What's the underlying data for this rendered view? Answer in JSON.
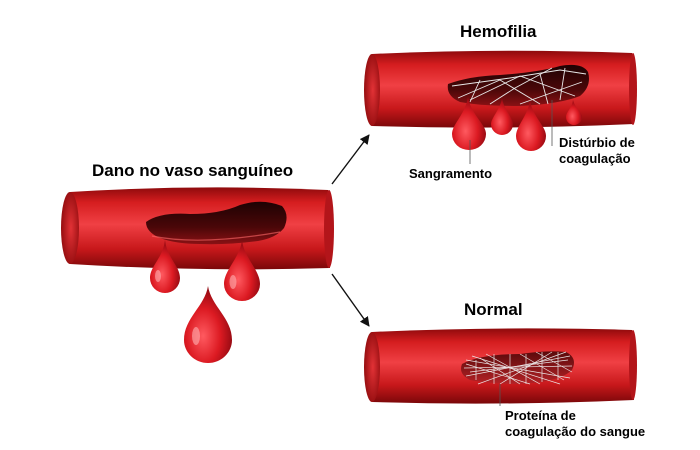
{
  "diagram": {
    "damage_title": "Dano no vaso sanguíneo",
    "hemophilia_title": "Hemofilia",
    "normal_title": "Normal",
    "label_bleeding": "Sangramento",
    "label_clotting_disorder_line1": "Distúrbio de",
    "label_clotting_disorder_line2": "coagulação",
    "label_clotting_protein_line1": "Proteína de",
    "label_clotting_protein_line2": "coagulação do sangue"
  },
  "colors": {
    "vessel": "#d51d1f",
    "vessel_dark": "#9c0c0e",
    "lumen": "#3a0506",
    "blood": "#dc1a22",
    "fibrin": "#e8e8e8"
  }
}
